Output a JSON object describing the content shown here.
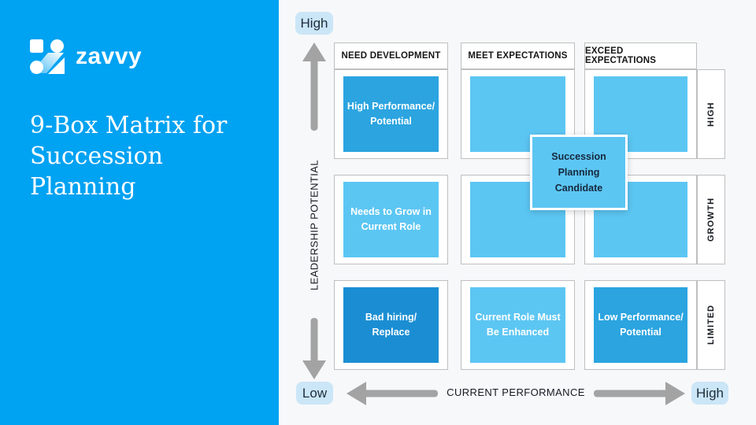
{
  "brand": {
    "logo_text": "zavvy",
    "title": "9-Box Matrix for Succession Planning"
  },
  "matrix": {
    "y_axis": {
      "label": "LEADERSHIP POTENTIAL",
      "top_label": "High",
      "bottom_label": "Low"
    },
    "x_axis": {
      "label": "CURRENT PERFORMANCE",
      "left_label": "Low",
      "right_label": "High"
    },
    "column_headers": [
      "NEED DEVELOPMENT",
      "MEET EXPECTATIONS",
      "EXCEED EXPECTATIONS"
    ],
    "row_labels": [
      "HIGH",
      "GROWTH",
      "LIMITED"
    ],
    "cells": [
      {
        "row": 0,
        "col": 0,
        "text": "High Performance/\nPotential",
        "tone": "medium"
      },
      {
        "row": 0,
        "col": 1,
        "text": "",
        "tone": "light"
      },
      {
        "row": 0,
        "col": 2,
        "text": "",
        "tone": "light"
      },
      {
        "row": 1,
        "col": 0,
        "text": "Needs to Grow in\nCurrent Role",
        "tone": "light"
      },
      {
        "row": 1,
        "col": 1,
        "text": "",
        "tone": "light"
      },
      {
        "row": 1,
        "col": 2,
        "text": "",
        "tone": "light"
      },
      {
        "row": 2,
        "col": 0,
        "text": "Bad hiring/\nReplace",
        "tone": "dark"
      },
      {
        "row": 2,
        "col": 1,
        "text": "Current Role Must\nBe Enhanced",
        "tone": "light"
      },
      {
        "row": 2,
        "col": 2,
        "text": "Low Performance/\nPotential",
        "tone": "medium"
      }
    ],
    "overlay": {
      "text": "Succession\nPlanning\nCandidate"
    }
  },
  "colors": {
    "bg": "#f7f8fa",
    "panel_bg": "#00a2f2",
    "cell_light": "#5cc6f3",
    "cell_medium": "#2ba4e0",
    "cell_dark": "#1b8ed3",
    "pill_bg": "#cbe6f7",
    "pill_text": "#1e2c3c",
    "arrow": "#a3a3a3",
    "border": "#bfbfbf",
    "text_dark": "#161616",
    "overlay_text": "#16293e"
  }
}
